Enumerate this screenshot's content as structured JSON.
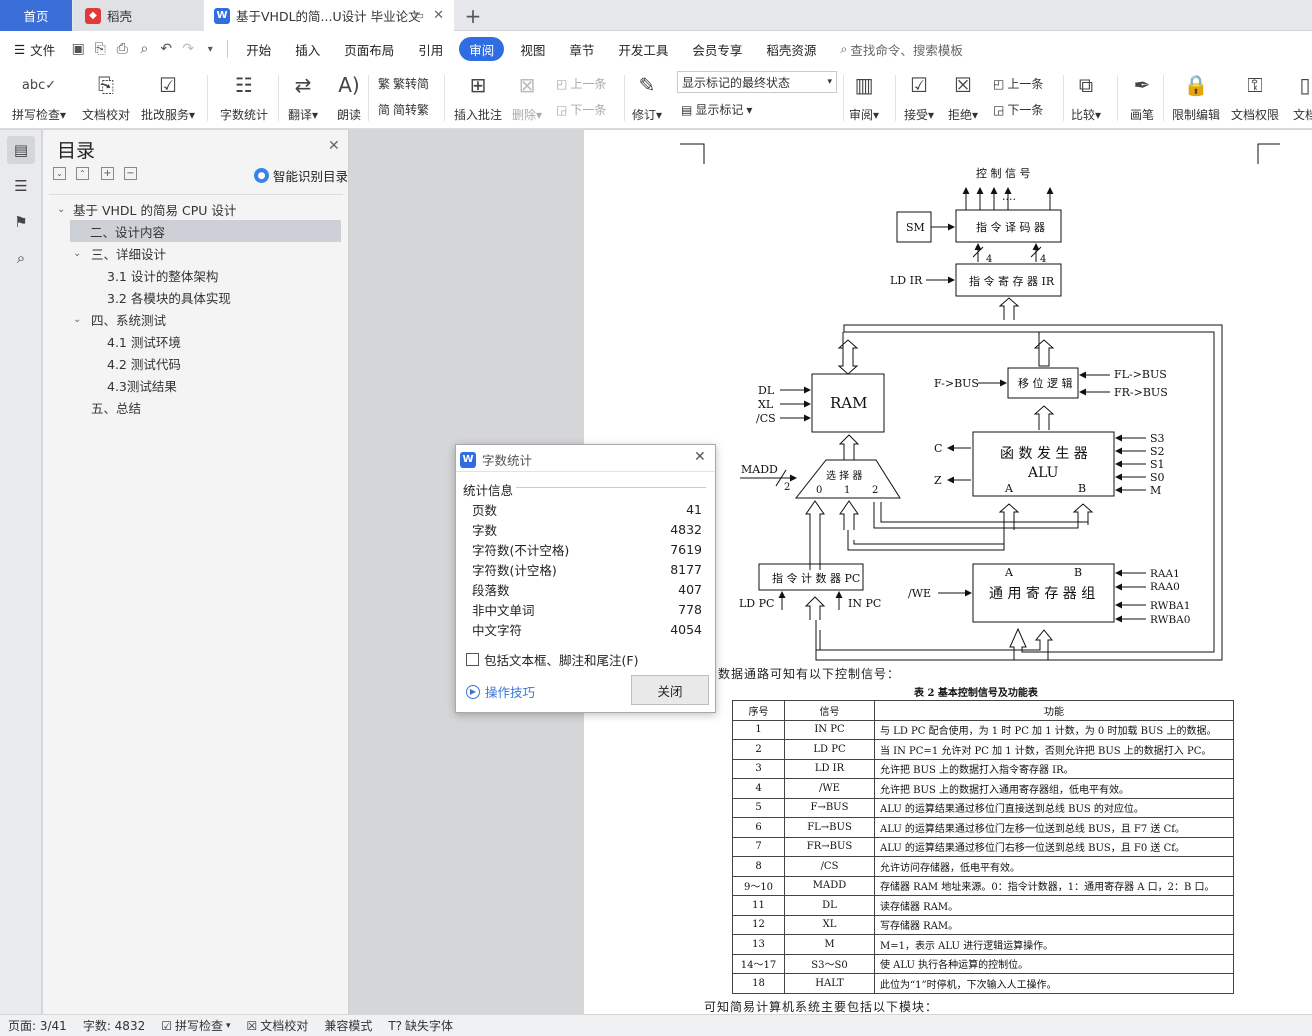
{
  "tabs": {
    "home": "首页",
    "shell": "稻壳",
    "doc": "基于VHDL的简...U设计 毕业论文"
  },
  "menu": {
    "file": "文件",
    "items": [
      "开始",
      "插入",
      "页面布局",
      "引用",
      "审阅",
      "视图",
      "章节",
      "开发工具",
      "会员专享",
      "稻壳资源"
    ],
    "active": "审阅",
    "search": "查找命令、搜索模板"
  },
  "ribbon": {
    "spell": "拼写检查",
    "proof": "文档校对",
    "batch": "批改服务",
    "wordcount": "字数统计",
    "translate": "翻译",
    "read": "朗读",
    "t2s": "繁转简",
    "s2t": "简转繁",
    "insert_comment": "插入批注",
    "delete": "删除",
    "prev_comment": "上一条",
    "next_comment": "下一条",
    "revise": "修订",
    "markup_state": "显示标记的最终状态",
    "show_markup": "显示标记",
    "review": "审阅",
    "accept": "接受",
    "reject": "拒绝",
    "prev_change": "上一条",
    "next_change": "下一条",
    "compare": "比较",
    "pen": "画笔",
    "restrict": "限制编辑",
    "rights": "文档权限",
    "more": "文档"
  },
  "nav": {
    "title": "目录",
    "smart": "智能识别目录",
    "toc": [
      "基于 VHDL 的简易 CPU 设计",
      "二、设计内容",
      "三、详细设计",
      "3.1 设计的整体架构",
      "3.2 各模块的具体实现",
      "四、系统测试",
      "4.1  测试环境",
      "4.2  测试代码",
      "4.3测试结果",
      "五、总结"
    ],
    "selected": "二、设计内容"
  },
  "dialog": {
    "title": "字数统计",
    "section": "统计信息",
    "stats": [
      {
        "label": "页数",
        "value": "41"
      },
      {
        "label": "字数",
        "value": "4832"
      },
      {
        "label": "字符数(不计空格)",
        "value": "7619"
      },
      {
        "label": "字符数(计空格)",
        "value": "8177"
      },
      {
        "label": "段落数",
        "value": "407"
      },
      {
        "label": "非中文单词",
        "value": "778"
      },
      {
        "label": "中文字符",
        "value": "4054"
      }
    ],
    "checkbox": "包括文本框、脚注和尾注(F)",
    "tips": "操作技巧",
    "close": "关闭"
  },
  "figure": {
    "ctrl": "控 制 信 号",
    "sm": "SM",
    "decoder": "指 令 译 码 器",
    "ir": "指 令 寄 存 器 IR",
    "ldir": "LD IR",
    "four": "4",
    "ram": "RAM",
    "dl": "DL",
    "xl": "XL",
    "cs": "/CS",
    "fbus": "F->BUS",
    "shift": "移 位 逻 辑",
    "flbus": "FL->BUS",
    "frbus": "FR->BUS",
    "c": "C",
    "z": "Z",
    "alu1": "函 数 发 生 器",
    "alu2": "ALU",
    "a": "A",
    "b": "B",
    "s3": "S3",
    "s2": "S2",
    "s1": "S1",
    "s0": "S0",
    "m": "M",
    "madd": "MADD",
    "two": "2",
    "mux": "选 择 器",
    "mux0": "0",
    "mux1": "1",
    "mux2": "2",
    "pc": "指 令 计 数 器 PC",
    "ldpc": "LD PC",
    "inpc": "IN PC",
    "we": "/WE",
    "regs": "通 用 寄 存 器 组",
    "raa1": "RAA1",
    "raa0": "RAA0",
    "rwba1": "RWBA1",
    "rwba0": "RWBA0"
  },
  "doc": {
    "intro": "数据通路可知有以下控制信号：",
    "caption": "表 2   基本控制信号及功能表",
    "footer": "可知简易计算机系统主要包括以下模块：",
    "headers": [
      "序号",
      "信号",
      "功能"
    ],
    "rows": [
      [
        "1",
        "IN PC",
        "与 LD PC 配合使用，为 1 时 PC 加 1 计数，为 0 时加载 BUS 上的数据。"
      ],
      [
        "2",
        "LD PC",
        "当 IN PC=1 允许对 PC 加 1 计数，否则允许把 BUS 上的数据打入 PC。"
      ],
      [
        "3",
        "LD IR",
        "允许把 BUS 上的数据打入指令寄存器 IR。"
      ],
      [
        "4",
        "/WE",
        "允许把 BUS 上的数据打入通用寄存器组，低电平有效。"
      ],
      [
        "5",
        "F→BUS",
        "ALU 的运算结果通过移位门直接送到总线 BUS 的对应位。"
      ],
      [
        "6",
        "FL→BUS",
        "ALU 的运算结果通过移位门左移一位送到总线 BUS，且 F7 送 Cf。"
      ],
      [
        "7",
        "FR→BUS",
        "ALU 的运算结果通过移位门右移一位送到总线 BUS，且 F0 送 Cf。"
      ],
      [
        "8",
        "/CS",
        "允许访问存储器，低电平有效。"
      ],
      [
        "9～10",
        "MADD",
        "存储器 RAM 地址来源。0：指令计数器，1：通用寄存器 A 口，2：B 口。"
      ],
      [
        "11",
        "DL",
        "读存储器 RAM。"
      ],
      [
        "12",
        "XL",
        "写存储器 RAM。"
      ],
      [
        "13",
        "M",
        "M=1，表示 ALU 进行逻辑运算操作。"
      ],
      [
        "14～17",
        "S3～S0",
        "使 ALU 执行各种运算的控制位。"
      ],
      [
        "18",
        "HALT",
        "此位为“1”时停机，下次输入人工操作。"
      ]
    ]
  },
  "status": {
    "page": "页面: 3/41",
    "words": "字数: 4832",
    "spell": "拼写检查",
    "proof": "文档校对",
    "compat": "兼容模式",
    "fonts": "缺失字体"
  }
}
